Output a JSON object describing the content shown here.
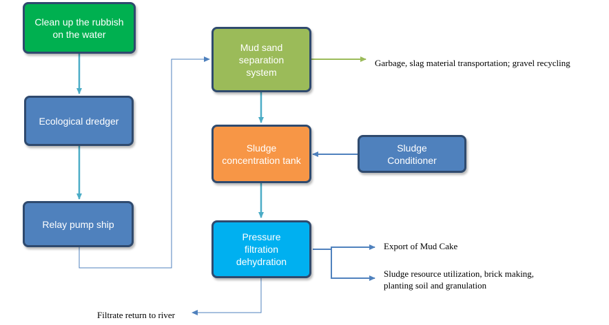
{
  "nodes": {
    "clean_rubbish": "Clean up the rubbish on the water",
    "ecological_dredger": "Ecological dredger",
    "relay_pump_ship": "Relay pump ship",
    "mud_sand_separation": "Mud sand separation system",
    "sludge_concentration_tank": "Sludge concentration tank",
    "sludge_conditioner": "Sludge Conditioner",
    "pressure_filtration": "Pressure filtration dehydration"
  },
  "outputs": {
    "garbage": "Garbage, slag material transportation; gravel recycling",
    "export_mud_cake": "Export of Mud Cake",
    "resource_utilization": "Sludge resource utilization, brick making, planting soil and granulation",
    "filtrate_return": "Filtrate return to river"
  },
  "colors": {
    "green": "#00b050",
    "blue": "#4f81bd",
    "olive": "#9bbb59",
    "orange": "#f79646",
    "cyan": "#00b0f0",
    "arrow_teal": "#4bacc6",
    "arrow_blue": "#4f81bd"
  }
}
